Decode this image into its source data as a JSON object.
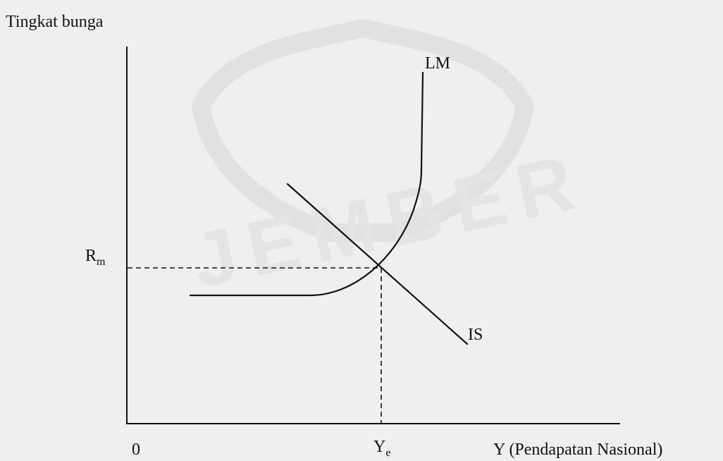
{
  "diagram": {
    "y_axis_label": "Tingkat bunga",
    "x_axis_label": "Y (Pendapatan Nasional)",
    "origin_label": "0",
    "rate_label": {
      "base": "R",
      "sub": "m"
    },
    "income_label": {
      "base": "Y",
      "sub": "e"
    },
    "curves": [
      {
        "id": "lm",
        "label": "LM"
      },
      {
        "id": "is",
        "label": "IS"
      }
    ],
    "watermark_text": "JEMBER",
    "colors": {
      "ink": "#111111",
      "paper": "#efefef",
      "watermark": "#d9d9d9"
    }
  }
}
